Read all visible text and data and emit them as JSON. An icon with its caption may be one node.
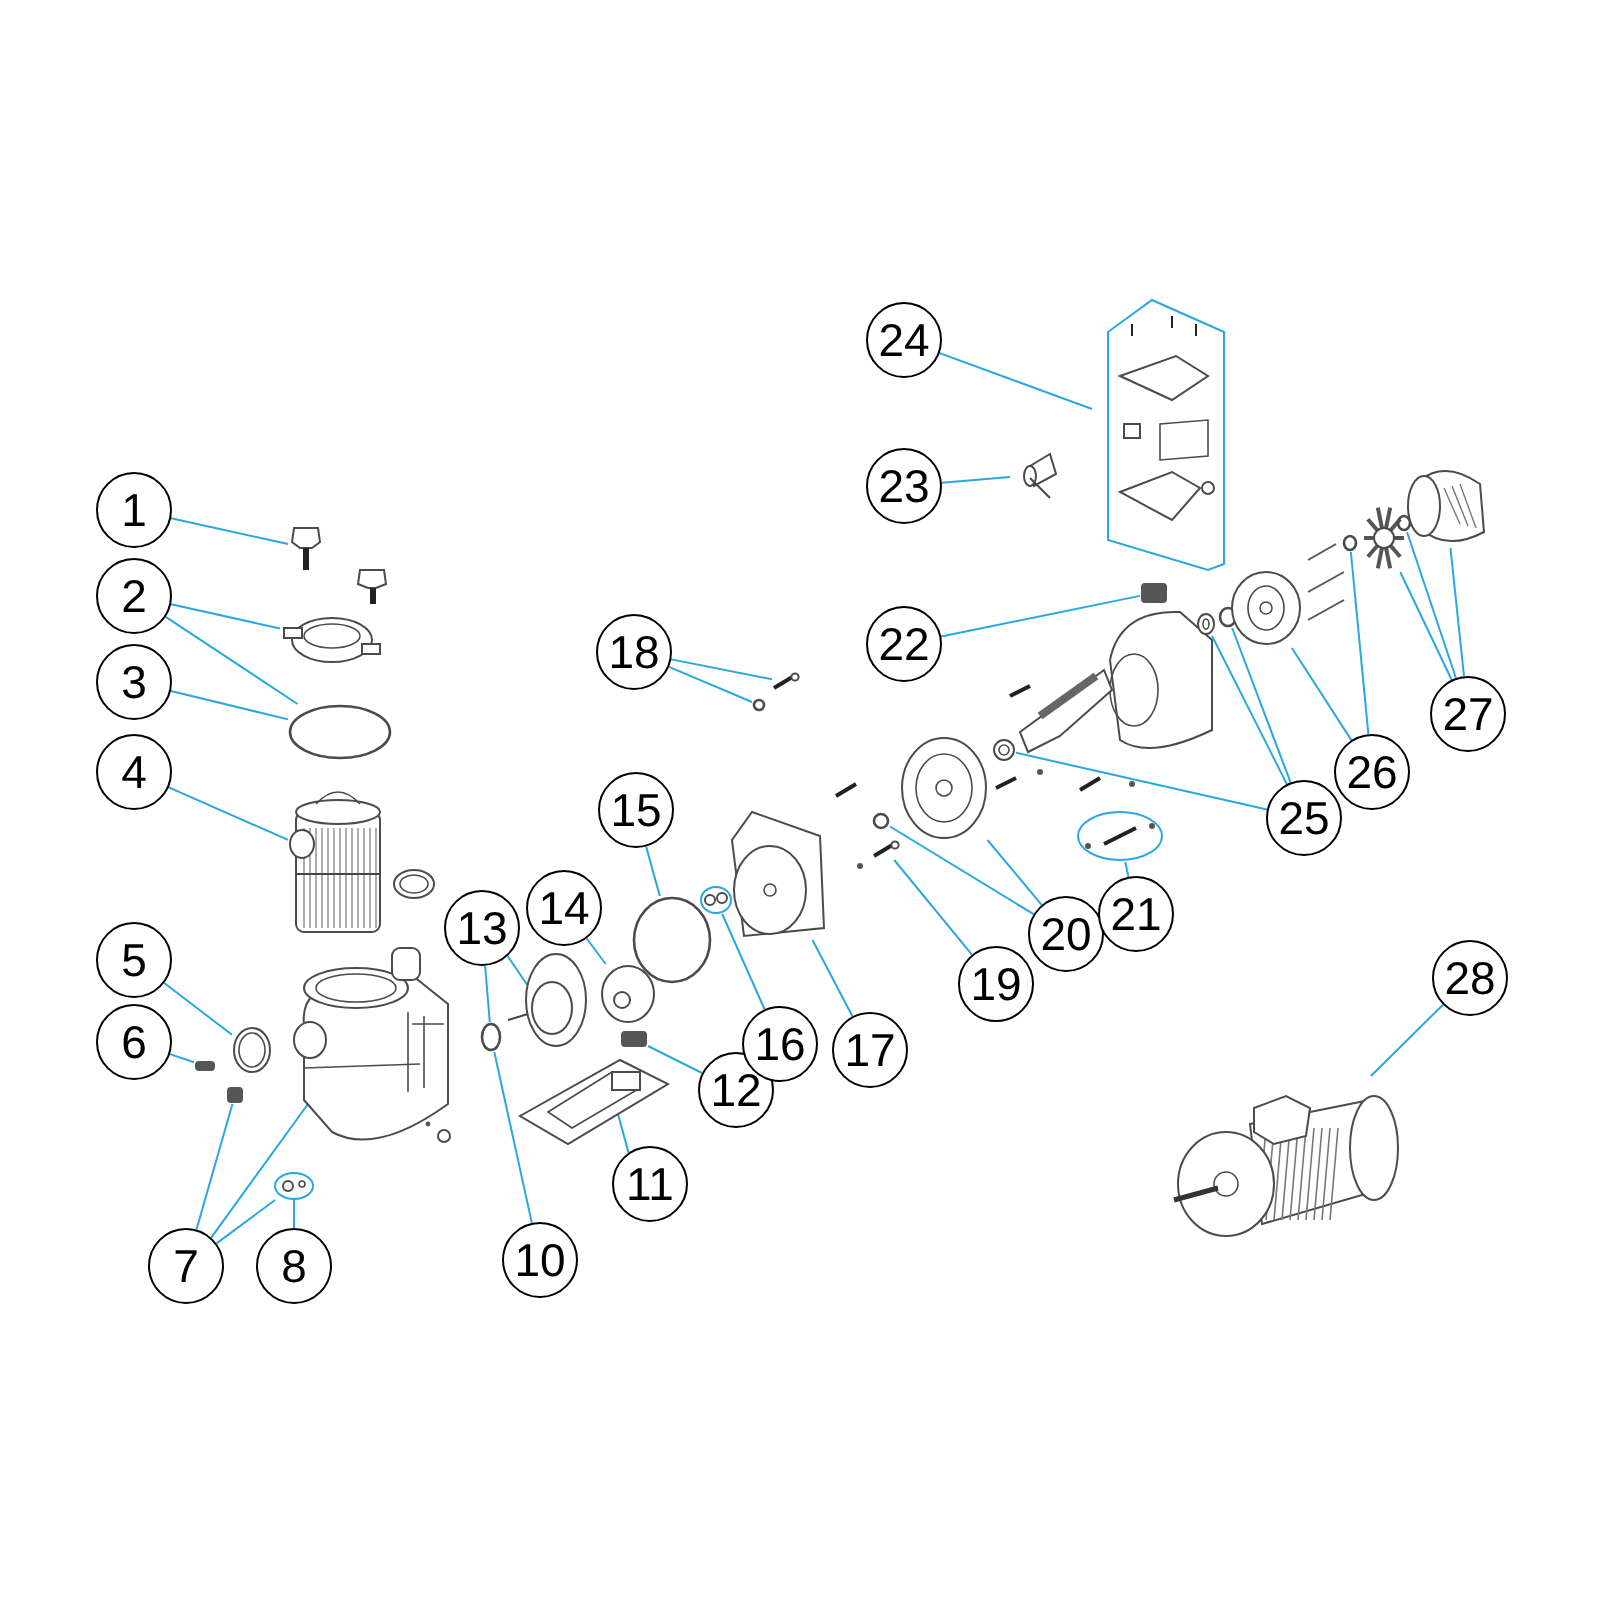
{
  "diagram": {
    "nodes": [
      {
        "text": [
          "1"
        ]
      },
      {
        "text": [
          "2"
        ]
      },
      {
        "text": [
          "3"
        ]
      },
      {
        "text": [
          "4"
        ]
      },
      {
        "text": [
          "5"
        ]
      },
      {
        "text": [
          "6"
        ]
      },
      {
        "text": [
          "7"
        ]
      },
      {
        "text": [
          "8"
        ]
      },
      {
        "text": [
          "10"
        ]
      },
      {
        "text": [
          "11"
        ]
      },
      {
        "text": [
          "12"
        ]
      },
      {
        "text": [
          "13"
        ]
      },
      {
        "text": [
          "14"
        ]
      },
      {
        "text": [
          "15"
        ]
      },
      {
        "text": [
          "16"
        ]
      },
      {
        "text": [
          "17"
        ]
      },
      {
        "text": [
          "18"
        ]
      },
      {
        "text": [
          "19"
        ]
      },
      {
        "text": [
          "20"
        ]
      },
      {
        "text": [
          "21"
        ]
      },
      {
        "text": [
          "22"
        ]
      },
      {
        "text": [
          "23"
        ]
      },
      {
        "text": [
          "24"
        ]
      },
      {
        "text": [
          "25"
        ]
      },
      {
        "text": [
          "26"
        ]
      },
      {
        "text": [
          "27"
        ]
      },
      {
        "text": [
          "28"
        ]
      },
      {
        "text": [],
        "shape": "picture"
      },
      {
        "text": [],
        "shape": "picture"
      },
      {
        "text": [],
        "shape": "circle"
      },
      {
        "text": [],
        "shape": "picture"
      },
      {
        "text": [],
        "shape": "picture"
      },
      {
        "text": [],
        "shape": "box"
      },
      {
        "text": [],
        "shape": "box"
      },
      {
        "text": [],
        "shape": "picture"
      },
      {
        "text": [],
        "shape": "picture"
      },
      {
        "text": [],
        "shape": "circle"
      },
      {
        "text": [],
        "shape": "picture"
      },
      {
        "text": [],
        "shape": "box"
      },
      {
        "text": [],
        "shape": "picture"
      },
      {
        "text": [],
        "shape": "picture"
      },
      {
        "text": [],
        "shape": "circle"
      },
      {
        "text": [],
        "shape": "picture"
      },
      {
        "text": [],
        "shape": "picture"
      },
      {
        "text": [],
        "shape": "picture"
      },
      {
        "text": [],
        "shape": "circle"
      },
      {
        "text": [],
        "shape": "picture"
      },
      {
        "text": [],
        "shape": "circle"
      },
      {
        "text": [],
        "shape": "picture"
      },
      {
        "text": [],
        "shape": "picture"
      },
      {
        "text": [],
        "shape": "box"
      },
      {
        "text": [],
        "shape": "picture"
      },
      {
        "text": [],
        "shape": "picture"
      },
      {
        "text": [],
        "shape": "picture"
      },
      {
        "text": [],
        "shape": "picture"
      },
      {
        "text": [],
        "shape": "circle"
      },
      {
        "text": [],
        "shape": "picture"
      },
      {
        "text": [],
        "shape": "circle"
      },
      {
        "text": [],
        "shape": "picture"
      },
      {
        "text": [],
        "shape": "circle"
      },
      {
        "text": [],
        "shape": "picture"
      },
      {
        "text": [],
        "shape": "picture"
      }
    ],
    "edges": [
      {
        "from": 0,
        "to": 27,
        "arrow": "none"
      },
      {
        "from": 1,
        "to": 28,
        "arrow": "none"
      },
      {
        "from": 1,
        "to": 29,
        "arrow": "none"
      },
      {
        "from": 2,
        "to": 29,
        "arrow": "none"
      },
      {
        "from": 3,
        "to": 30,
        "arrow": "none"
      },
      {
        "from": 4,
        "to": 31,
        "arrow": "none"
      },
      {
        "from": 5,
        "to": 32,
        "arrow": "none"
      },
      {
        "from": 6,
        "to": 33,
        "arrow": "none"
      },
      {
        "from": 6,
        "to": 35,
        "arrow": "none"
      },
      {
        "from": 6,
        "to": 34,
        "arrow": "none"
      },
      {
        "from": 7,
        "to": 35,
        "arrow": "none"
      },
      {
        "from": 11,
        "to": 39,
        "arrow": "none"
      },
      {
        "from": 11,
        "to": 36,
        "arrow": "none"
      },
      {
        "from": 8,
        "to": 36,
        "arrow": "none"
      },
      {
        "from": 12,
        "to": 40,
        "arrow": "none"
      },
      {
        "from": 13,
        "to": 41,
        "arrow": "none"
      },
      {
        "from": 14,
        "to": 42,
        "arrow": "none"
      },
      {
        "from": 15,
        "to": 43,
        "arrow": "none"
      },
      {
        "from": 9,
        "to": 37,
        "arrow": "none"
      },
      {
        "from": 10,
        "to": 38,
        "arrow": "none"
      },
      {
        "from": 16,
        "to": 44,
        "arrow": "none"
      },
      {
        "from": 16,
        "to": 45,
        "arrow": "none"
      },
      {
        "from": 17,
        "to": 46,
        "arrow": "none"
      },
      {
        "from": 18,
        "to": 47,
        "arrow": "none"
      },
      {
        "from": 18,
        "to": 48,
        "arrow": "none"
      },
      {
        "from": 19,
        "to": 49,
        "arrow": "none"
      },
      {
        "from": 20,
        "to": 50,
        "arrow": "none"
      },
      {
        "from": 21,
        "to": 51,
        "arrow": "none"
      },
      {
        "from": 22,
        "to": 52,
        "arrow": "none"
      },
      {
        "from": 23,
        "to": 53,
        "arrow": "none"
      },
      {
        "from": 23,
        "to": 54,
        "arrow": "none"
      },
      {
        "from": 23,
        "to": 55,
        "arrow": "none"
      },
      {
        "from": 24,
        "to": 56,
        "arrow": "none"
      },
      {
        "from": 24,
        "to": 57,
        "arrow": "none"
      },
      {
        "from": 25,
        "to": 58,
        "arrow": "none"
      },
      {
        "from": 25,
        "to": 59,
        "arrow": "none"
      },
      {
        "from": 25,
        "to": 60,
        "arrow": "none"
      },
      {
        "from": 26,
        "to": 61,
        "arrow": "none"
      }
    ]
  }
}
